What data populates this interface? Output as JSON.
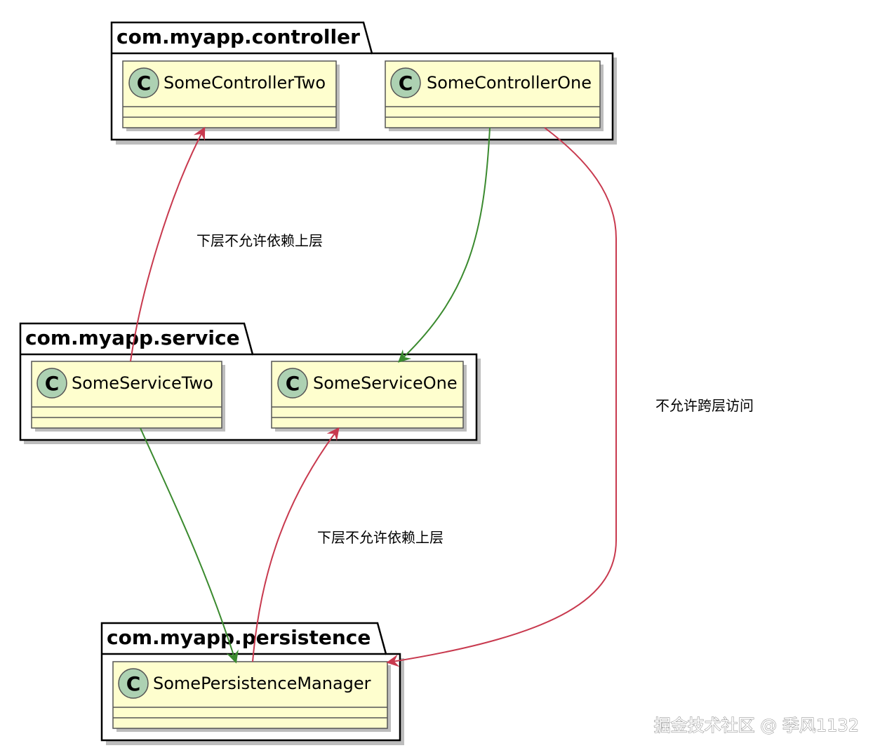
{
  "colors": {
    "allowed_arrow": "#3a8a2e",
    "forbidden_arrow": "#c8394e",
    "class_circle": "#add1b2",
    "class_box": "#fefece",
    "border": "#000000"
  },
  "packages": {
    "controller": {
      "name": "com.myapp.controller",
      "classes": {
        "two": {
          "icon": "C",
          "name": "SomeControllerTwo"
        },
        "one": {
          "icon": "C",
          "name": "SomeControllerOne"
        }
      }
    },
    "service": {
      "name": "com.myapp.service",
      "classes": {
        "two": {
          "icon": "C",
          "name": "SomeServiceTwo"
        },
        "one": {
          "icon": "C",
          "name": "SomeServiceOne"
        }
      }
    },
    "persistence": {
      "name": "com.myapp.persistence",
      "classes": {
        "manager": {
          "icon": "C",
          "name": "SomePersistenceManager"
        }
      }
    }
  },
  "notes": {
    "upper_no_depend": "下层不允许依赖上层",
    "lower_no_depend": "下层不允许依赖上层",
    "no_skip_layer": "不允许跨层访问"
  },
  "watermark": "掘金技术社区 @ 季风1132"
}
